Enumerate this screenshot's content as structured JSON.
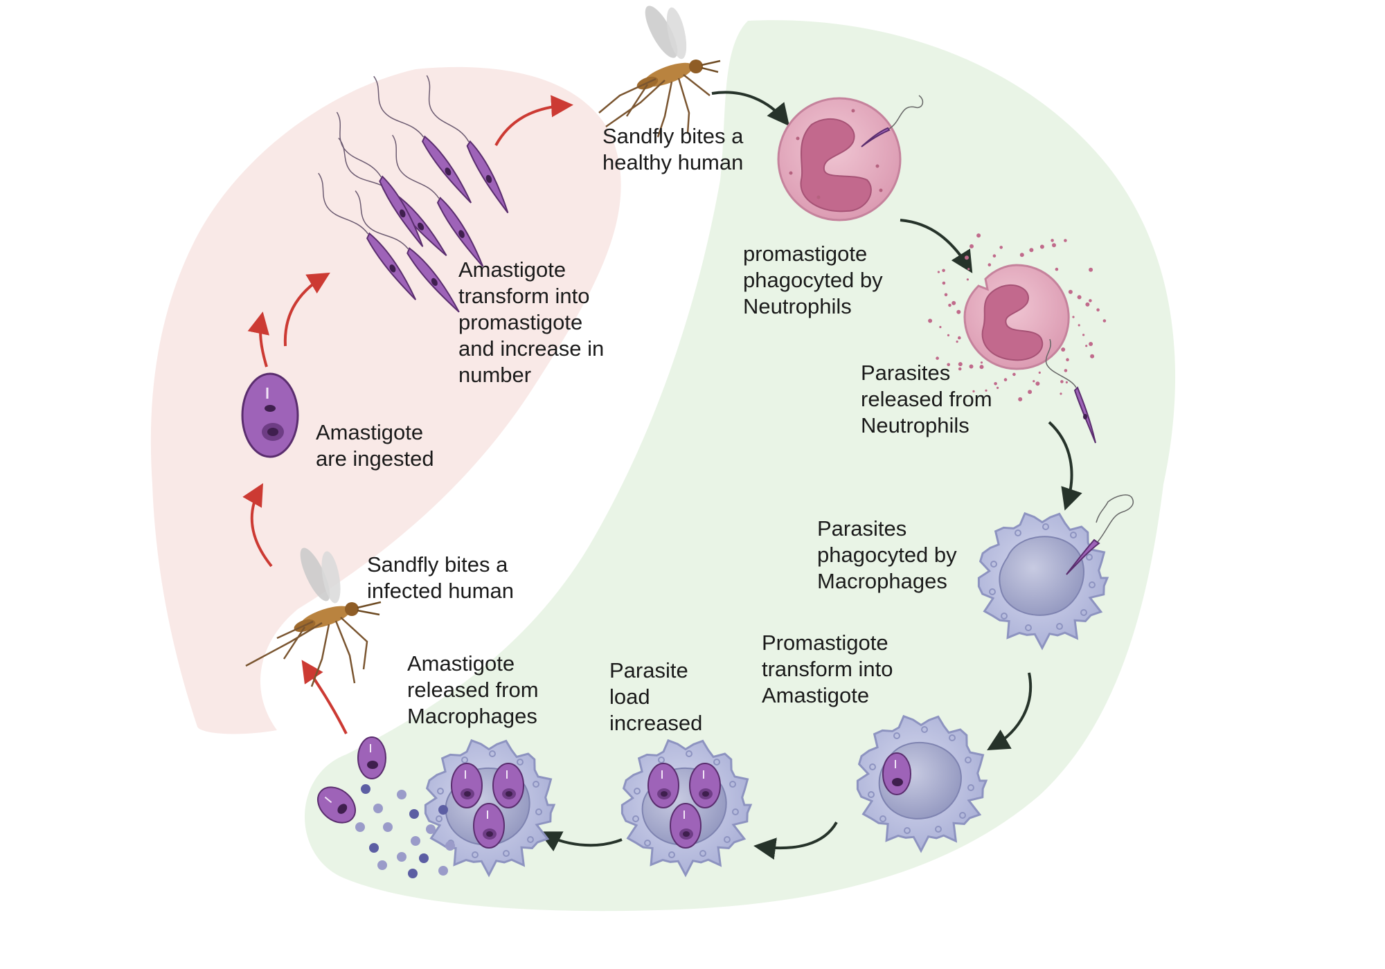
{
  "colors": {
    "vector_stage_bg": "#f9e9e7",
    "human_stage_bg": "#e9f4e6",
    "vector_arrow": "#cc3a33",
    "human_arrow": "#26332a",
    "parasite": "#9e63b8",
    "neutrophil": "#e0a3b8",
    "macrophage": "#b9bedf"
  },
  "steps": [
    {
      "lines": [
        "Sandfly bites a",
        "healthy human"
      ]
    },
    {
      "lines": [
        "promastigote",
        "phagocyted by",
        "Neutrophils"
      ]
    },
    {
      "lines": [
        "Parasites",
        "released from",
        "Neutrophils"
      ]
    },
    {
      "lines": [
        "Parasites",
        "phagocyted by",
        "Macrophages"
      ]
    },
    {
      "lines": [
        "Promastigote",
        "transform into",
        "Amastigote"
      ]
    },
    {
      "lines": [
        "Parasite",
        "load",
        "increased"
      ]
    },
    {
      "lines": [
        "Amastigote",
        "released from",
        "Macrophages"
      ]
    },
    {
      "lines": [
        "Sandfly bites a",
        "infected human"
      ]
    },
    {
      "lines": [
        "Amastigote",
        "are ingested"
      ]
    },
    {
      "lines": [
        "Amastigote",
        "transform into",
        "promastigote",
        "and increase in",
        "number"
      ]
    }
  ],
  "icons": {
    "sandfly": "sandfly-icon",
    "promastigote": "promastigote-icon",
    "amastigote": "amastigote-icon",
    "neutrophil": "neutrophil-icon",
    "macrophage": "macrophage-icon"
  }
}
